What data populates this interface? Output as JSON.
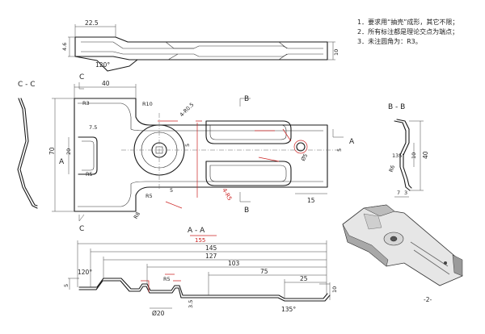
{
  "notes": {
    "line1": "1．要求用“抽壳”成形，其它不限；",
    "line2": "2．所有标注都是理论交点为端点；",
    "line3": "3．未注圆角为：R3。"
  },
  "top_view": {
    "dim_width": "22.5",
    "dim_height": "4.6",
    "dim_angle": "120°",
    "dim_flange": "10"
  },
  "main_view": {
    "dim_top": "40",
    "dim_total_h": "70",
    "dim_left_h": "20",
    "dim_r3": "R3",
    "dim_r10": "R10",
    "dim_r5a": "R5",
    "dim_r5b": "R5",
    "dim_r7": "7.5",
    "dim_r8": "R8",
    "dim_r40": "4-R0.5",
    "dim_5a": "5",
    "dim_5b": "5",
    "dim_5c": "5",
    "dim_15": "15",
    "dim_r4": "4-R5",
    "dim_d5": "Ø5",
    "dim_r6": "R6"
  },
  "cut_labels": {
    "cc_title": "C - C",
    "bb_title": "B - B",
    "aa_title": "A - A",
    "c_top": "C",
    "c_bottom": "C",
    "b_top": "B",
    "b_bottom": "B",
    "a_left": "A",
    "a_right": "A"
  },
  "bb_view": {
    "dim_135": "135°",
    "dim_10": "10",
    "dim_40": "40",
    "dim_r6": "R6",
    "dim_7": "7",
    "dim_3": "3"
  },
  "aa_view": {
    "dim_155": "155",
    "dim_145": "145",
    "dim_127": "127",
    "dim_103": "103",
    "dim_75": "75",
    "dim_25": "25",
    "dim_10": "10",
    "dim_5": "5",
    "dim_120": "120°",
    "dim_d20": "Ø20",
    "dim_35": "3.5",
    "dim_135": "135°",
    "dim_r5": "R5"
  },
  "page_number": "-2-"
}
